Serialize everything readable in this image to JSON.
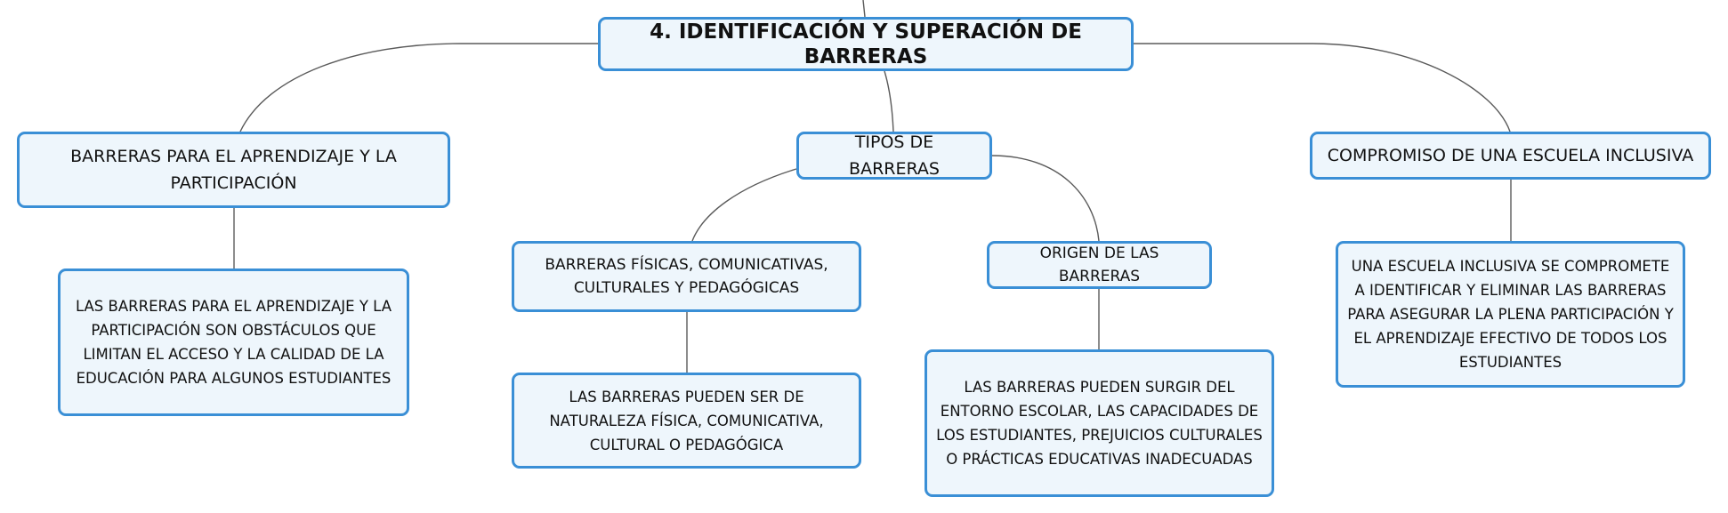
{
  "diagram": {
    "root": {
      "label": "4. IDENTIFICACIÓN Y SUPERACIÓN DE BARRERAS"
    },
    "branches": {
      "barreras_aprendizaje": {
        "label": "BARRERAS PARA EL APRENDIZAJE Y LA PARTICIPACIÓN",
        "description": "LAS BARRERAS PARA EL APRENDIZAJE Y LA PARTICIPACIÓN SON OBSTÁCULOS QUE LIMITAN EL ACCESO Y LA CALIDAD DE LA EDUCACIÓN PARA ALGUNOS ESTUDIANTES"
      },
      "tipos": {
        "label": "TIPOS DE BARRERAS",
        "fisicas": {
          "label": "BARRERAS FÍSICAS, COMUNICATIVAS, CULTURALES Y PEDAGÓGICAS",
          "description": "LAS BARRERAS PUEDEN SER DE NATURALEZA FÍSICA, COMUNICATIVA, CULTURAL O PEDAGÓGICA"
        },
        "origen": {
          "label": "ORIGEN DE LAS BARRERAS",
          "description": "LAS BARRERAS PUEDEN SURGIR DEL ENTORNO ESCOLAR, LAS CAPACIDADES DE LOS ESTUDIANTES, PREJUICIOS CULTURALES O PRÁCTICAS EDUCATIVAS INADECUADAS"
        }
      },
      "compromiso": {
        "label": "COMPROMISO DE UNA ESCUELA INCLUSIVA",
        "description": "UNA ESCUELA INCLUSIVA SE COMPROMETE A IDENTIFICAR Y ELIMINAR LAS BARRERAS PARA ASEGURAR LA PLENA PARTICIPACIÓN Y EL APRENDIZAJE EFECTIVO DE TODOS LOS ESTUDIANTES"
      }
    },
    "colors": {
      "node_border": "#3a8fd6",
      "node_fill": "#eef6fc",
      "connector": "#5a5a5a",
      "text": "#111111"
    }
  }
}
